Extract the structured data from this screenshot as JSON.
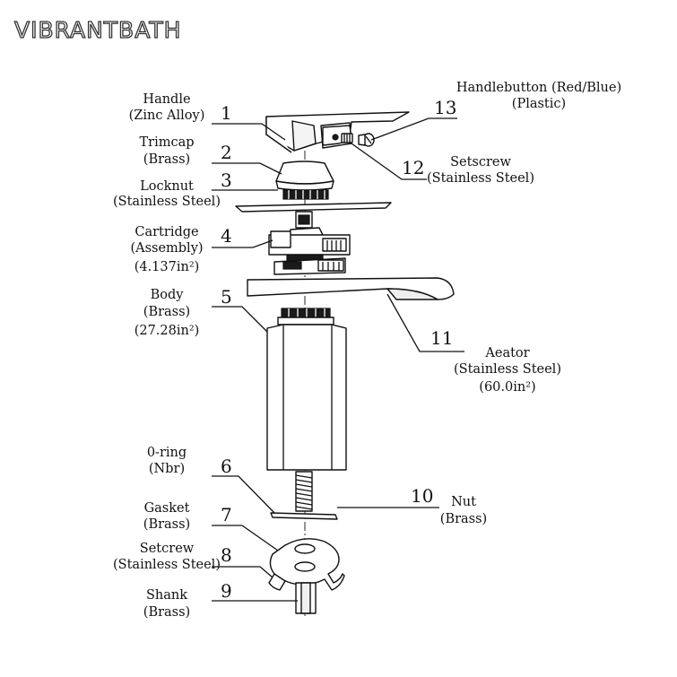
{
  "brand": "VIBRANTBATH",
  "labels": {
    "handle": {
      "name": "Handle",
      "material": "(Zinc Alloy)",
      "num": "1"
    },
    "trimcap": {
      "name": "Trimcap",
      "material": "(Brass)",
      "num": "2"
    },
    "locknut": {
      "name": "Locknut",
      "material": "(Stainless Steel)",
      "num": "3"
    },
    "cartridge": {
      "name": "Cartridge",
      "material": "(Assembly)",
      "size": "(4.137in²)",
      "num": "4"
    },
    "body": {
      "name": "Body",
      "material": "(Brass)",
      "size": "(27.28in²)",
      "num": "5"
    },
    "oring": {
      "name": "0-ring",
      "material": "(Nbr)",
      "num": "6"
    },
    "gasket": {
      "name": "Gasket",
      "material": "(Brass)",
      "num": "7"
    },
    "setscrew8": {
      "name": "Setcrew",
      "material": "(Stainless Steel)",
      "num": "8"
    },
    "shank": {
      "name": "Shank",
      "material": "(Brass)",
      "num": "9"
    },
    "nut": {
      "name": "Nut",
      "material": "(Brass)",
      "num": "10"
    },
    "aerator": {
      "name": "Aeator",
      "material": "(Stainless Steel)",
      "size": "(60.0in²)",
      "num": "11"
    },
    "setscrew12": {
      "name": "Setscrew",
      "material": "(Stainless Steel)",
      "num": "12"
    },
    "handlebutton": {
      "name": "Handlebutton (Red/Blue)",
      "material": "(Plastic)",
      "num": "13"
    }
  }
}
